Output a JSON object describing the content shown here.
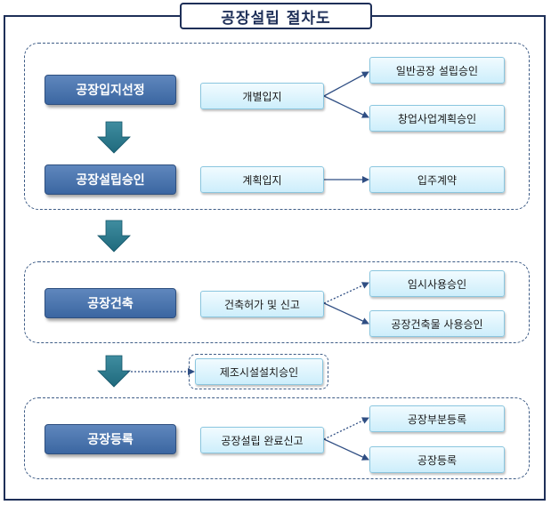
{
  "title": "공장설립 절차도",
  "stages": {
    "site": "공장입지선정",
    "approval": "공장설립승인",
    "construction": "공장건축",
    "registration": "공장등록"
  },
  "nodes": {
    "individual_site": "개별입지",
    "general_factory": "일반공장 설립승인",
    "startup_plan": "창업사업계획승인",
    "planned_site": "계획입지",
    "tenancy": "입주계약",
    "building_permit": "건축허가 및 신고",
    "temporary_use": "임시사용승인",
    "building_use": "공장건축물 사용승인",
    "manufacturing_facility": "제조시설설치승인",
    "completion_report": "공장설립 완료신고",
    "partial_registration": "공장부분등록",
    "factory_registration": "공장등록"
  }
}
